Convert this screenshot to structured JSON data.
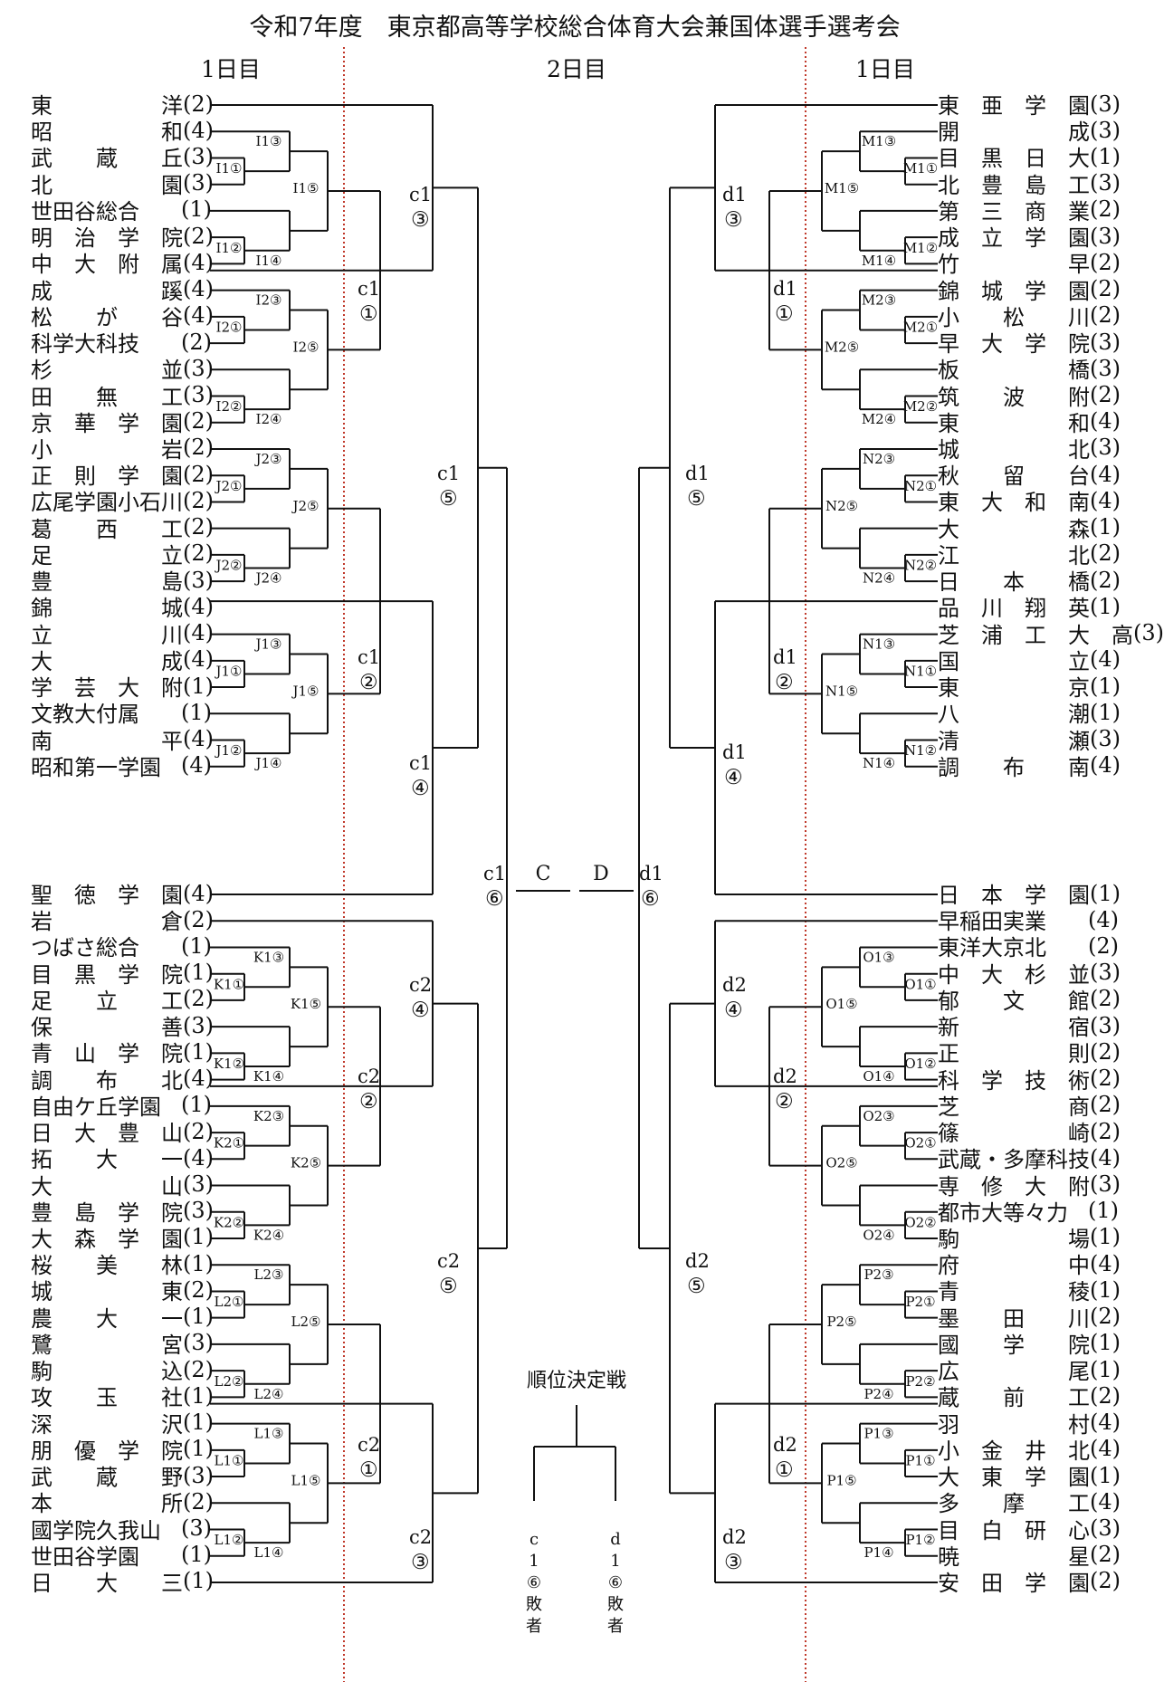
{
  "title": "令和7年度　東京都高等学校総合体育大会兼国体選手選考会",
  "day_labels": {
    "left": "1日目",
    "center": "2日目",
    "right": "1日目"
  },
  "center_labels": {
    "c": "C",
    "d": "D"
  },
  "placement": {
    "title": "順位決定戦",
    "left_chars": [
      "c",
      "1",
      "⑥",
      "敗",
      "者"
    ],
    "right_chars": [
      "d",
      "1",
      "⑥",
      "敗",
      "者"
    ]
  },
  "left_teams": [
    {
      "name": "東　　　　　洋",
      "seed": "(2)"
    },
    {
      "name": "昭　　　　　和",
      "seed": "(4)"
    },
    {
      "name": "武　　蔵　　丘",
      "seed": "(3)"
    },
    {
      "name": "北　　　　　園",
      "seed": "(3)"
    },
    {
      "name": "世田谷総合",
      "seed": "(1)"
    },
    {
      "name": "明　治　学　院",
      "seed": "(2)"
    },
    {
      "name": "中　大　附　属",
      "seed": "(4)"
    },
    {
      "name": "成　　　　　蹊",
      "seed": "(4)"
    },
    {
      "name": "松　　が　　谷",
      "seed": "(4)"
    },
    {
      "name": "科学大科技",
      "seed": "(2)"
    },
    {
      "name": "杉　　　　　並",
      "seed": "(3)"
    },
    {
      "name": "田　　無　　工",
      "seed": "(3)"
    },
    {
      "name": "京　華　学　園",
      "seed": "(2)"
    },
    {
      "name": "小　　　　　岩",
      "seed": "(2)"
    },
    {
      "name": "正　則　学　園",
      "seed": "(2)"
    },
    {
      "name": "広尾学園小石川",
      "seed": "(2)"
    },
    {
      "name": "葛　　西　　工",
      "seed": "(2)"
    },
    {
      "name": "足　　　　　立",
      "seed": "(2)"
    },
    {
      "name": "豊　　　　　島",
      "seed": "(3)"
    },
    {
      "name": "錦　　　　　城",
      "seed": "(4)"
    },
    {
      "name": "立　　　　　川",
      "seed": "(4)"
    },
    {
      "name": "大　　　　　成",
      "seed": "(4)"
    },
    {
      "name": "学　芸　大　附",
      "seed": "(1)"
    },
    {
      "name": "文教大付属",
      "seed": "(1)"
    },
    {
      "name": "南　　　　　平",
      "seed": "(4)"
    },
    {
      "name": "昭和第一学園",
      "seed": "(4)"
    },
    {
      "name": "聖　徳　学　園",
      "seed": "(4)"
    },
    {
      "name": "岩　　　　　倉",
      "seed": "(2)"
    },
    {
      "name": "つばさ総合",
      "seed": "(1)"
    },
    {
      "name": "目　黒　学　院",
      "seed": "(1)"
    },
    {
      "name": "足　　立　　工",
      "seed": "(2)"
    },
    {
      "name": "保　　　　　善",
      "seed": "(3)"
    },
    {
      "name": "青　山　学　院",
      "seed": "(1)"
    },
    {
      "name": "調　　布　　北",
      "seed": "(4)"
    },
    {
      "name": "自由ケ丘学園",
      "seed": "(1)"
    },
    {
      "name": "日　大　豊　山",
      "seed": "(2)"
    },
    {
      "name": "拓　　大　　一",
      "seed": "(4)"
    },
    {
      "name": "大　　　　　山",
      "seed": "(3)"
    },
    {
      "name": "豊　島　学　院",
      "seed": "(3)"
    },
    {
      "name": "大　森　学　園",
      "seed": "(1)"
    },
    {
      "name": "桜　　美　　林",
      "seed": "(1)"
    },
    {
      "name": "城　　　　　東",
      "seed": "(2)"
    },
    {
      "name": "農　　大　　一",
      "seed": "(1)"
    },
    {
      "name": "鷺　　　　　宮",
      "seed": "(3)"
    },
    {
      "name": "駒　　　　　込",
      "seed": "(2)"
    },
    {
      "name": "攻　　玉　　社",
      "seed": "(1)"
    },
    {
      "name": "深　　　　　沢",
      "seed": "(1)"
    },
    {
      "name": "朋　優　学　院",
      "seed": "(1)"
    },
    {
      "name": "武　　蔵　　野",
      "seed": "(3)"
    },
    {
      "name": "本　　　　　所",
      "seed": "(2)"
    },
    {
      "name": "國学院久我山",
      "seed": "(3)"
    },
    {
      "name": "世田谷学園",
      "seed": "(1)"
    },
    {
      "name": "日　　大　　三",
      "seed": "(1)"
    }
  ],
  "right_teams": [
    {
      "name": "東　亜　学　園",
      "seed": "(3)"
    },
    {
      "name": "開　　　　　成",
      "seed": "(3)"
    },
    {
      "name": "目　黒　日　大",
      "seed": "(1)"
    },
    {
      "name": "北　豊　島　工",
      "seed": "(3)"
    },
    {
      "name": "第　三　商　業",
      "seed": "(2)"
    },
    {
      "name": "成　立　学　園",
      "seed": "(3)"
    },
    {
      "name": "竹　　　　　早",
      "seed": "(2)"
    },
    {
      "name": "錦　城　学　園",
      "seed": "(2)"
    },
    {
      "name": "小　　松　　川",
      "seed": "(2)"
    },
    {
      "name": "早　大　学　院",
      "seed": "(3)"
    },
    {
      "name": "板　　　　　橋",
      "seed": "(3)"
    },
    {
      "name": "筑　　波　　附",
      "seed": "(2)"
    },
    {
      "name": "東　　　　　和",
      "seed": "(4)"
    },
    {
      "name": "城　　　　　北",
      "seed": "(3)"
    },
    {
      "name": "秋　　留　　台",
      "seed": "(4)"
    },
    {
      "name": "東　大　和　南",
      "seed": "(4)"
    },
    {
      "name": "大　　　　　森",
      "seed": "(1)"
    },
    {
      "name": "江　　　　　北",
      "seed": "(2)"
    },
    {
      "name": "日　　本　　橋",
      "seed": "(2)"
    },
    {
      "name": "品　川　翔　英",
      "seed": "(1)"
    },
    {
      "name": "芝　浦　工　大　高",
      "seed": "(3)"
    },
    {
      "name": "国　　　　　立",
      "seed": "(4)"
    },
    {
      "name": "東　　　　　京",
      "seed": "(1)"
    },
    {
      "name": "八　　　　　潮",
      "seed": "(1)"
    },
    {
      "name": "清　　　　　瀬",
      "seed": "(3)"
    },
    {
      "name": "調　　布　　南",
      "seed": "(4)"
    },
    {
      "name": "日　本　学　園",
      "seed": "(1)"
    },
    {
      "name": "早稲田実業",
      "seed": "(4)"
    },
    {
      "name": "東洋大京北",
      "seed": "(2)"
    },
    {
      "name": "中　大　杉　並",
      "seed": "(3)"
    },
    {
      "name": "郁　　文　　館",
      "seed": "(2)"
    },
    {
      "name": "新　　　　　宿",
      "seed": "(3)"
    },
    {
      "name": "正　　　　　則",
      "seed": "(2)"
    },
    {
      "name": "科　学　技　術",
      "seed": "(2)"
    },
    {
      "name": "芝　　　　　商",
      "seed": "(2)"
    },
    {
      "name": "篠　　　　　崎",
      "seed": "(2)"
    },
    {
      "name": "武蔵・多摩科技",
      "seed": "(4)"
    },
    {
      "name": "専　修　大　附",
      "seed": "(3)"
    },
    {
      "name": "都市大等々力",
      "seed": "(1)"
    },
    {
      "name": "駒　　　　　場",
      "seed": "(1)"
    },
    {
      "name": "府　　　　　中",
      "seed": "(4)"
    },
    {
      "name": "青　　　　　稜",
      "seed": "(1)"
    },
    {
      "name": "墨　　田　　川",
      "seed": "(2)"
    },
    {
      "name": "國　　学　　院",
      "seed": "(1)"
    },
    {
      "name": "広　　　　　尾",
      "seed": "(1)"
    },
    {
      "name": "蔵　　前　　工",
      "seed": "(2)"
    },
    {
      "name": "羽　　　　　村",
      "seed": "(4)"
    },
    {
      "name": "小　金　井　北",
      "seed": "(4)"
    },
    {
      "name": "大　東　学　園",
      "seed": "(1)"
    },
    {
      "name": "多　　摩　　工",
      "seed": "(4)"
    },
    {
      "name": "目　白　研　心",
      "seed": "(3)"
    },
    {
      "name": "暁　　　　　星",
      "seed": "(2)"
    },
    {
      "name": "安　田　学　園",
      "seed": "(2)"
    }
  ],
  "groups_left": [
    "I1",
    "I2",
    "J2",
    "J1",
    "K1",
    "K2",
    "L2",
    "L1"
  ],
  "groups_right": [
    "M1",
    "M2",
    "N2",
    "N1",
    "O1",
    "O2",
    "P2",
    "P1"
  ],
  "match_labels": {
    "c1_3": "c1",
    "c1_3n": "③",
    "c1_1": "c1",
    "c1_1n": "①",
    "c1_5": "c1",
    "c1_5n": "⑤",
    "c1_2": "c1",
    "c1_2n": "②",
    "c1_4": "c1",
    "c1_4n": "④",
    "c1_6": "c1",
    "c1_6n": "⑥",
    "c2_4": "c2",
    "c2_4n": "④",
    "c2_2": "c2",
    "c2_2n": "②",
    "c2_5": "c2",
    "c2_5n": "⑤",
    "c2_1": "c2",
    "c2_1n": "①",
    "c2_3": "c2",
    "c2_3n": "③",
    "d1_3": "d1",
    "d1_3n": "③",
    "d1_1": "d1",
    "d1_1n": "①",
    "d1_5": "d1",
    "d1_5n": "⑤",
    "d1_2": "d1",
    "d1_2n": "②",
    "d1_4": "d1",
    "d1_4n": "④",
    "d1_6": "d1",
    "d1_6n": "⑥",
    "d2_4": "d2",
    "d2_4n": "④",
    "d2_2": "d2",
    "d2_2n": "②",
    "d2_5": "d2",
    "d2_5n": "⑤",
    "d2_1": "d2",
    "d2_1n": "①",
    "d2_3": "d2",
    "d2_3n": "③"
  },
  "colors": {
    "line": "#111111",
    "divider": "#c0392b",
    "box_bg": "#ffffff"
  }
}
